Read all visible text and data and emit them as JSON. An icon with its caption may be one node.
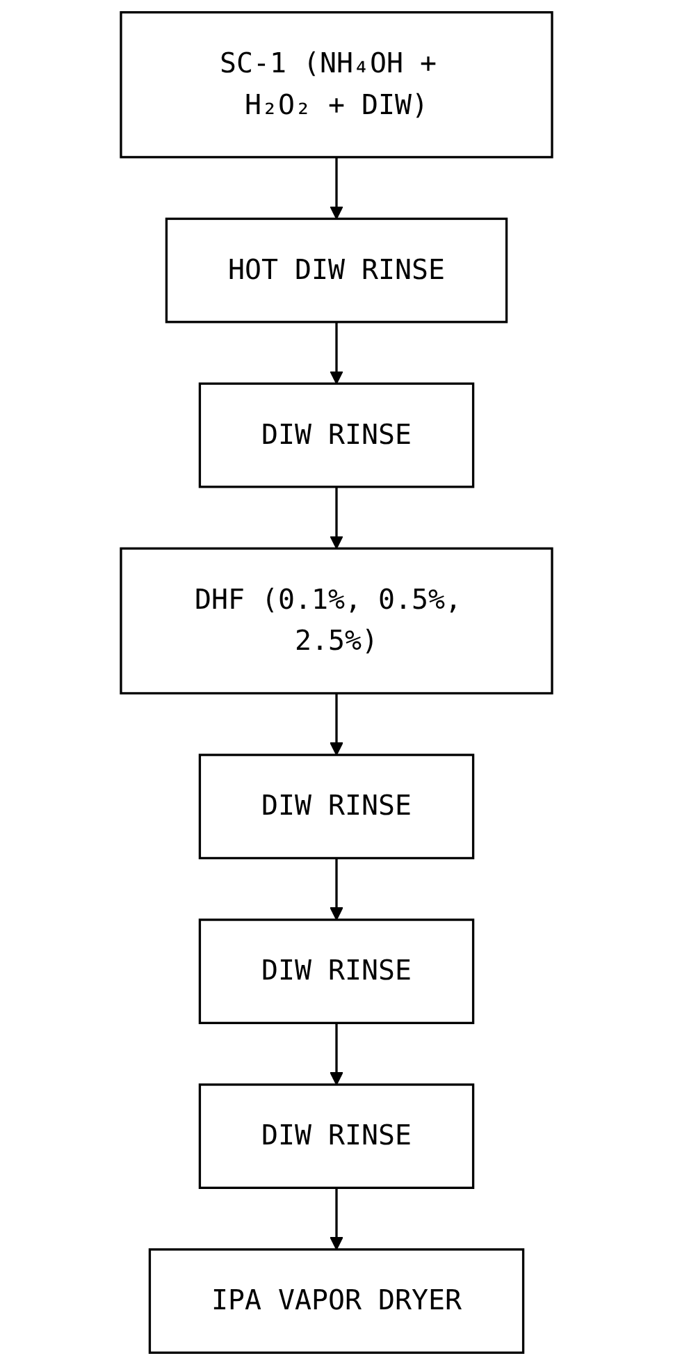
{
  "diagram": {
    "nodes": [
      {
        "text": [
          "SC-1 (NH₄OH + H₂O₂ + DIW)"
        ]
      },
      {
        "text": [
          "HOT DIW RINSE"
        ]
      },
      {
        "text": [
          "DIW RINSE"
        ]
      },
      {
        "text": [
          "DHF (0.1%, 0.5%, 2.5%)"
        ]
      },
      {
        "text": [
          "DIW RINSE"
        ]
      },
      {
        "text": [
          "DIW RINSE"
        ]
      },
      {
        "text": [
          "DIW RINSE"
        ]
      },
      {
        "text": [
          "IPA VAPOR DRYER"
        ]
      }
    ],
    "edges": [
      {
        "from": 0,
        "to": 1,
        "arrow": "to"
      },
      {
        "from": 1,
        "to": 2,
        "arrow": "to"
      },
      {
        "from": 2,
        "to": 3,
        "arrow": "to"
      },
      {
        "from": 3,
        "to": 4,
        "arrow": "to"
      },
      {
        "from": 4,
        "to": 5,
        "arrow": "to"
      },
      {
        "from": 5,
        "to": 6,
        "arrow": "to"
      },
      {
        "from": 6,
        "to": 7,
        "arrow": "to"
      }
    ]
  }
}
